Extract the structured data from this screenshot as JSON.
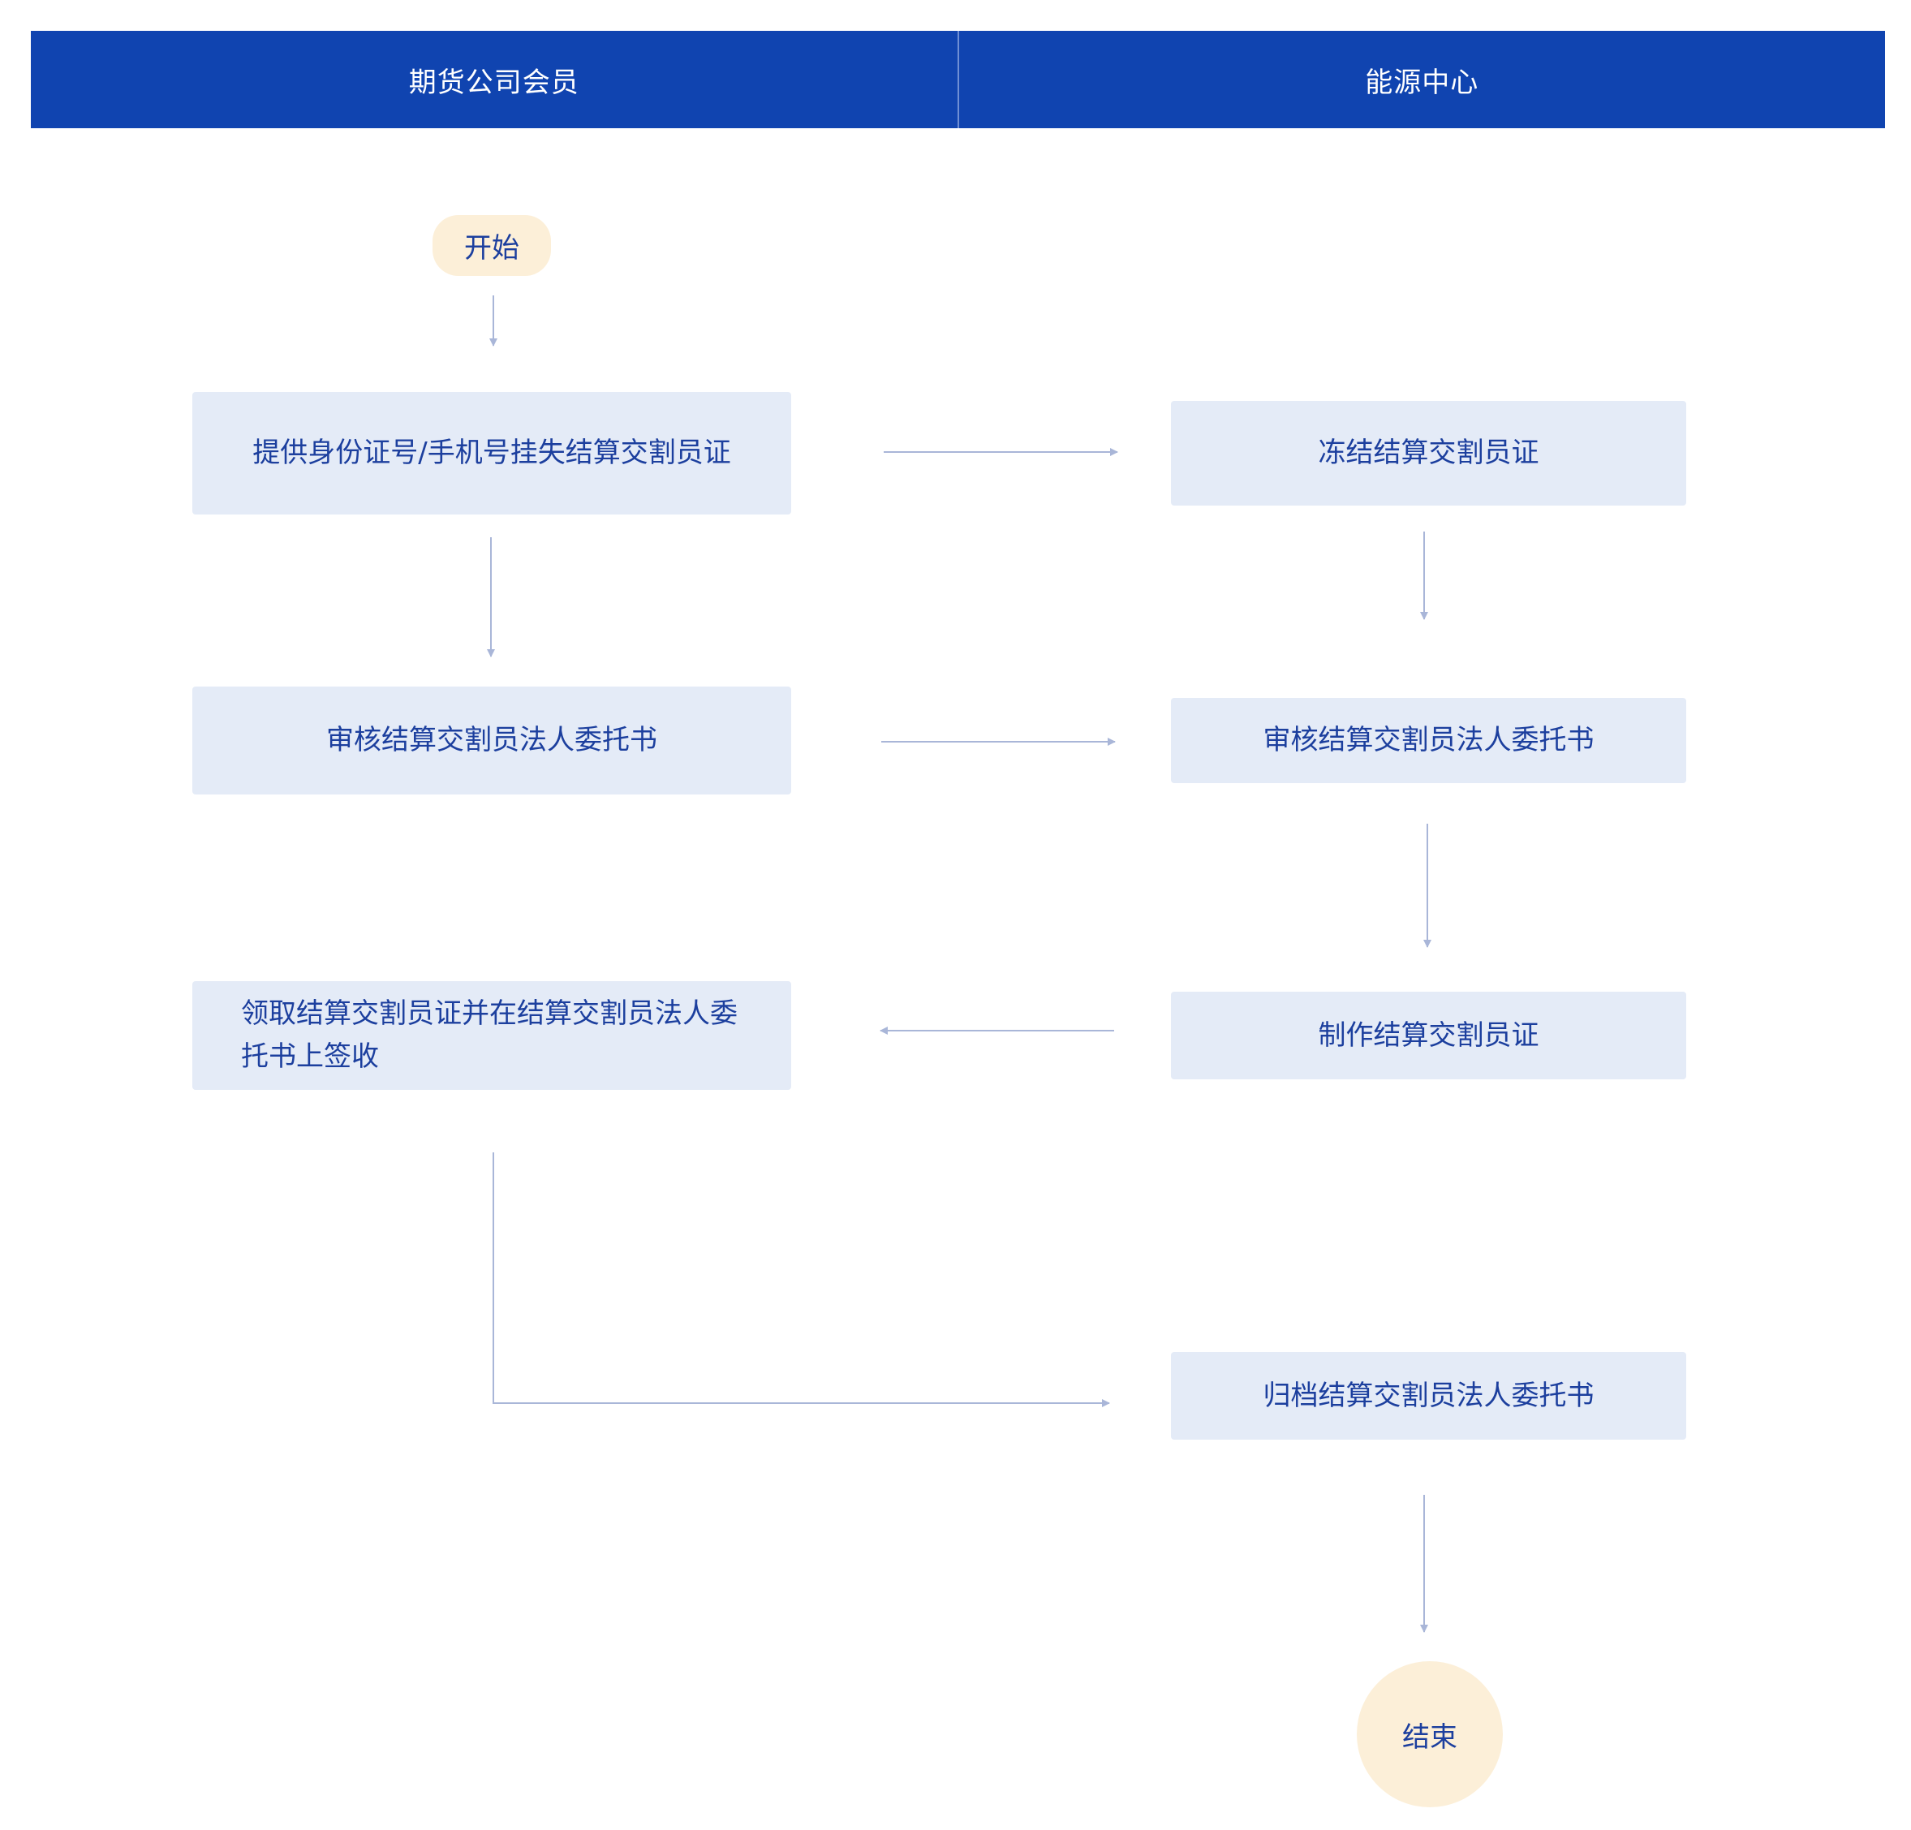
{
  "lanes": {
    "left_title": "期货公司会员",
    "right_title": "能源中心"
  },
  "nodes": {
    "start": "开始",
    "report_loss": "提供身份证号/手机号挂失结算交割员证",
    "freeze_card": "冻结结算交割员证",
    "member_review": "审核结算交割员法人委托书",
    "center_review": "审核结算交割员法人委托书",
    "make_card": "制作结算交割员证",
    "collect_sign": "领取结算交割员证并在结算交割员法人委托书上签收",
    "archive": "归档结算交割员法人委托书",
    "end": "结束"
  },
  "colors": {
    "header": "#1044b0",
    "box_fill": "#e4ebf7",
    "terminal_fill": "#fcefd8",
    "text": "#1c3f9e",
    "arrow": "#a9b6d8"
  }
}
